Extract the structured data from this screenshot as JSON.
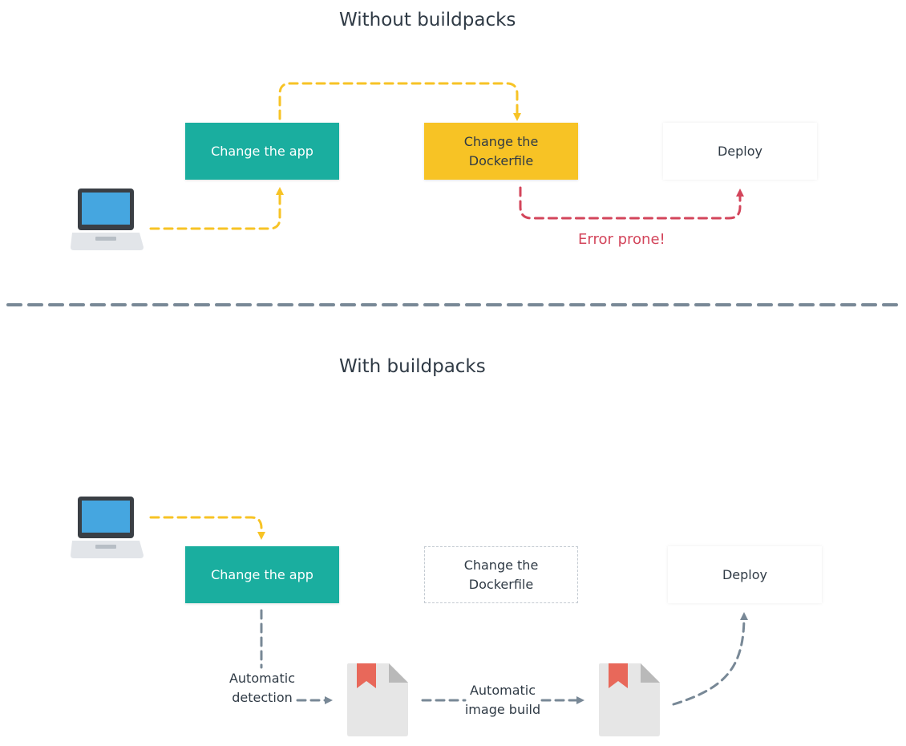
{
  "top": {
    "title": "Without buildpacks",
    "change_app": "Change the app",
    "change_dockerfile": "Change the\nDockerfile",
    "deploy": "Deploy",
    "error_label": "Error prone!"
  },
  "divider": {},
  "bottom": {
    "title": "With buildpacks",
    "change_app": "Change the app",
    "change_dockerfile": "Change the\nDockerfile",
    "deploy": "Deploy",
    "automatic_detection": "Automatic\ndetection",
    "automatic_image_build": "Automatic\nimage build"
  },
  "colors": {
    "teal": "#1aae9f",
    "yellow": "#f7c325",
    "error_red": "#d3455b",
    "gray_arrow": "#788896",
    "divider": "#788896",
    "file_bookmark": "#e8685a"
  },
  "icons": {
    "laptop": "laptop-icon",
    "file": "file-icon"
  }
}
